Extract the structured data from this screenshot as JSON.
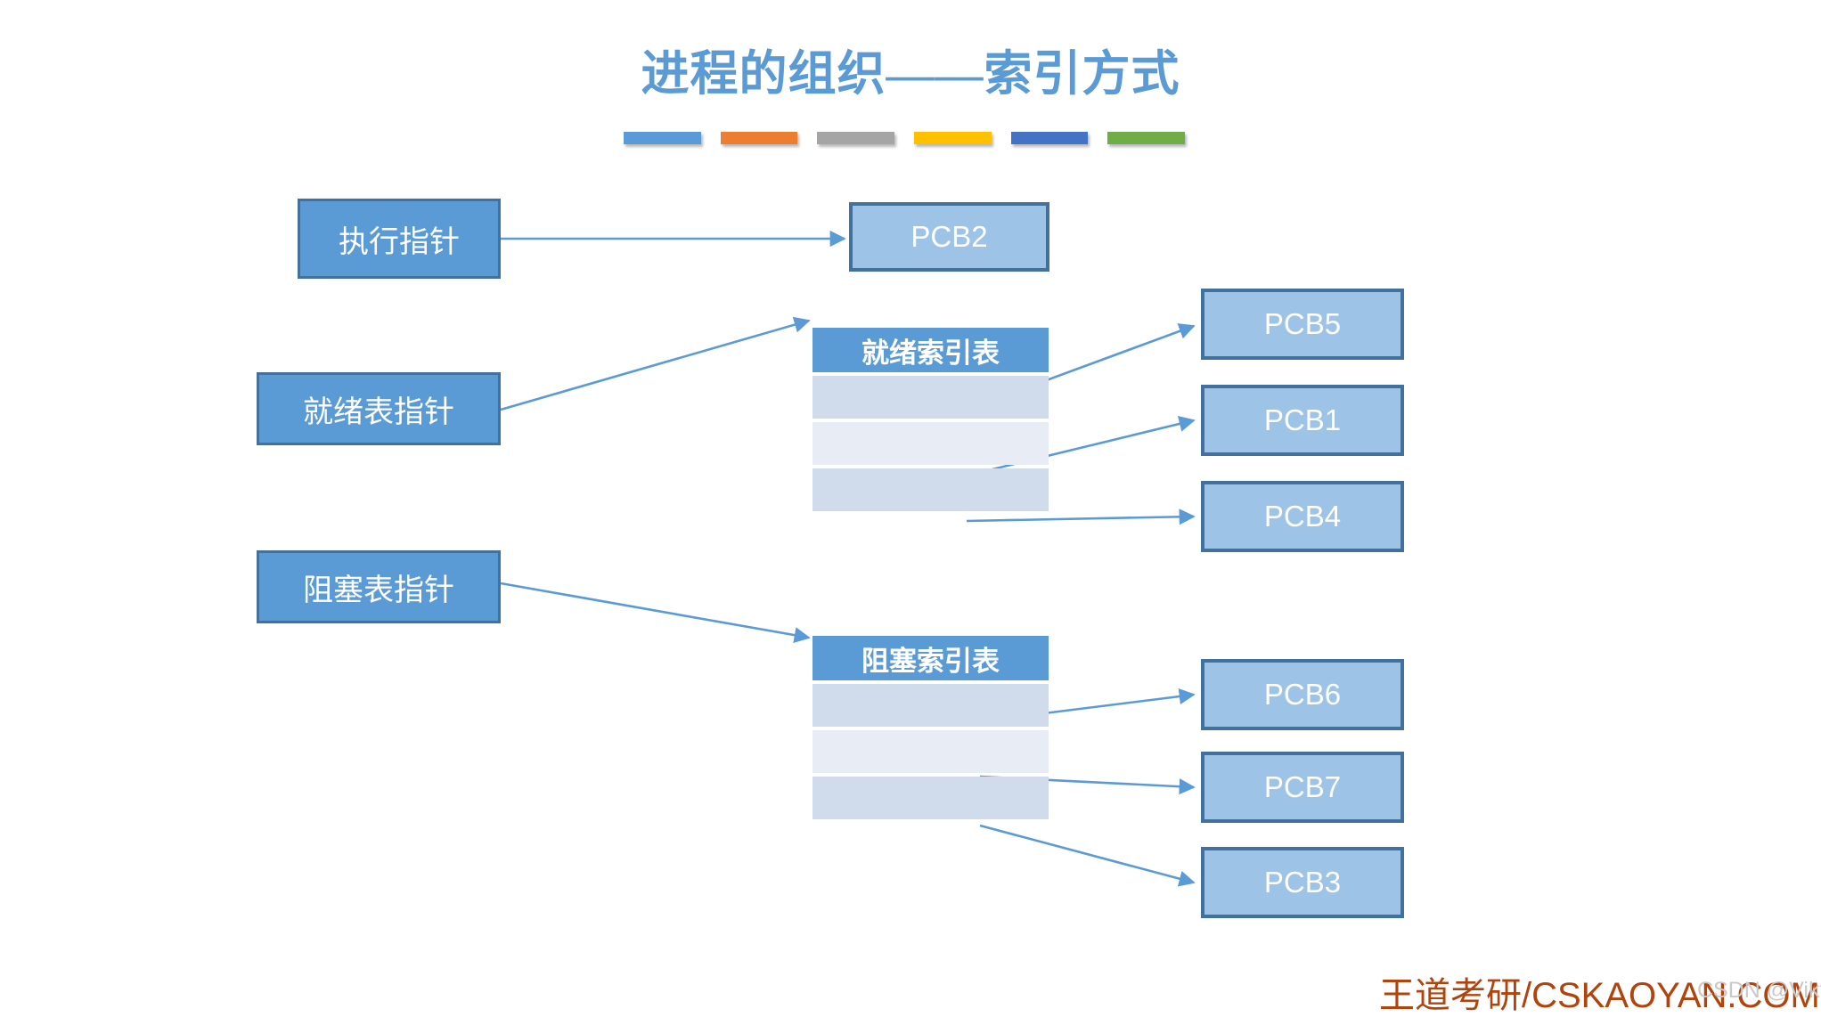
{
  "slide": {
    "title": "进程的组织——索引方式",
    "title_color": "#5b9bd5",
    "background": "#ffffff"
  },
  "color_bars": [
    {
      "name": "bar-blue",
      "color": "#5b9bd5"
    },
    {
      "name": "bar-orange",
      "color": "#ed7d31"
    },
    {
      "name": "bar-gray",
      "color": "#a5a5a5"
    },
    {
      "name": "bar-yellow",
      "color": "#ffc000"
    },
    {
      "name": "bar-dark-blue",
      "color": "#4472c4"
    },
    {
      "name": "bar-green",
      "color": "#70ad47"
    }
  ],
  "pointers": [
    {
      "id": "exec",
      "label": "执行指针"
    },
    {
      "id": "ready",
      "label": "就绪表指针"
    },
    {
      "id": "blocked",
      "label": "阻塞表指针"
    }
  ],
  "tables": {
    "ready": {
      "header": "就绪索引表",
      "rows": [
        "",
        "",
        ""
      ]
    },
    "blocked": {
      "header": "阻塞索引表",
      "rows": [
        "",
        "",
        ""
      ]
    }
  },
  "pcbs": {
    "running": {
      "label": "PCB2"
    },
    "ready": [
      {
        "label": "PCB5"
      },
      {
        "label": "PCB1"
      },
      {
        "label": "PCB4"
      }
    ],
    "blocked": [
      {
        "label": "PCB6"
      },
      {
        "label": "PCB7"
      },
      {
        "label": "PCB3"
      }
    ]
  },
  "colors": {
    "accent_blue": "#5b9bd5",
    "box_border": "#41719c",
    "pcb_fill": "#9dc3e6",
    "row_shade_a": "#d0dcec",
    "row_shade_b": "#e8edf5",
    "connector": "#5b9bd5",
    "brand": "#b1430c",
    "watermark": "#c9c9c9"
  },
  "footer": {
    "brand": "王道考研/CSKAOYAN.COM",
    "watermark": "CSDN @Viktoriae"
  }
}
